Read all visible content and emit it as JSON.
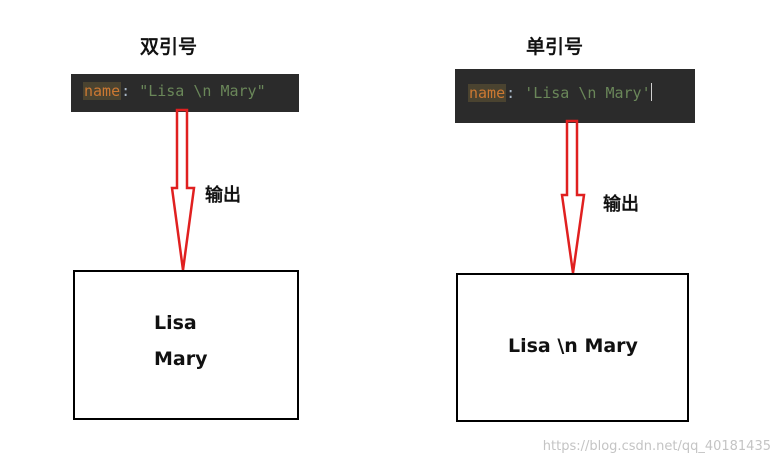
{
  "left": {
    "heading": "双引号",
    "code": {
      "key": "name",
      "separator": ": ",
      "value": "\"Lisa \\n Mary\""
    },
    "arrow_label": "输出",
    "output_lines": [
      "Lisa",
      "Mary"
    ]
  },
  "right": {
    "heading": "单引号",
    "code": {
      "key": "name",
      "separator": ": ",
      "value": "'Lisa \\n Mary'"
    },
    "arrow_label": "输出",
    "output_lines": [
      "Lisa \\n Mary"
    ]
  },
  "watermark": "https://blog.csdn.net/qq_40181435",
  "colors": {
    "code_background": "#2b2b2b",
    "code_key": "#cc7832",
    "code_key_highlight": "#4a4330",
    "code_string": "#6a8759",
    "arrow_stroke": "#e02020",
    "box_border": "#000000"
  }
}
